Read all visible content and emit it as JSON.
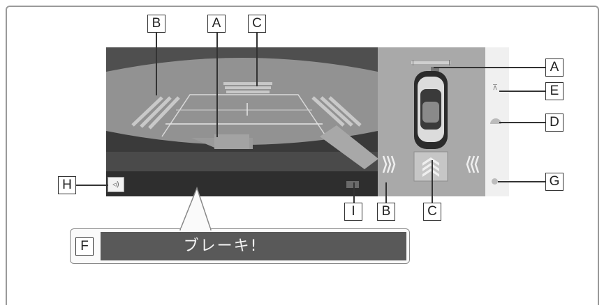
{
  "callouts": {
    "a_cam": "A",
    "b_cam": "B",
    "c_cam": "C",
    "a_side": "A",
    "e_side": "E",
    "d_side": "D",
    "g_side": "G",
    "h_left": "H",
    "i_bottom": "I",
    "b_bottom": "B",
    "c_bottom": "C",
    "f_box": "F"
  },
  "warning": {
    "text": "ブレーキ!"
  },
  "colors": {
    "camera_dark": "#3c3c3c",
    "camera_sky": "#8c8c8c",
    "side_panel": "#a9a9a9",
    "message_bar": "#595959",
    "callout_border": "#333333"
  },
  "icons": [
    "speaker-icon",
    "camera-icon",
    "sensor-icon",
    "dome-icon",
    "dot-icon"
  ]
}
